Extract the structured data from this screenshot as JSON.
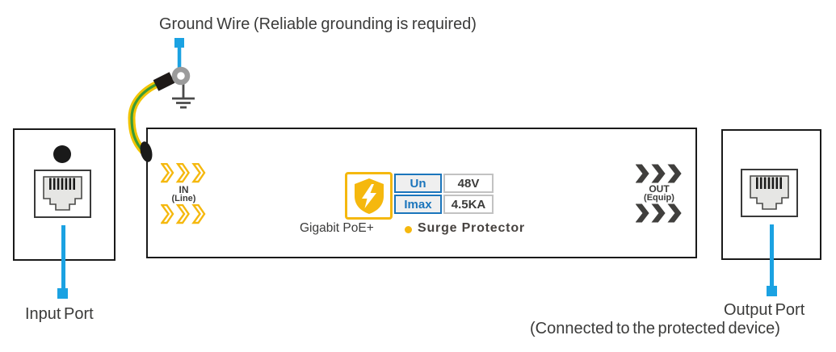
{
  "title": "Ground Wire (Reliable grounding is required)",
  "device": {
    "in_label": "IN",
    "in_sublabel": "(Line)",
    "out_label": "OUT",
    "out_sublabel": "(Equip)",
    "product_line": "Gigabit PoE+",
    "brand": "Surge Protector",
    "specs": [
      {
        "param": "Un",
        "value": "48V"
      },
      {
        "param": "Imax",
        "value": "4.5KA"
      }
    ]
  },
  "ports": {
    "input_label": "Input Port",
    "output_label": "Output Port",
    "output_note": "(Connected to the protected device)"
  },
  "icons": {
    "shield": "shield-icon",
    "lightning": "lightning-bolt-icon",
    "chevrons": "chevron-right-icon",
    "rj45": "rj45-port-icon",
    "ring_terminal": "ring-terminal-icon",
    "earth_ground": "earth-ground-icon",
    "ground_wire": "ground-wire-icon",
    "bullet": "bullet-icon"
  },
  "colors": {
    "accent_yellow": "#f5b80e",
    "pointer_blue": "#1ba2e2",
    "table_blue": "#1b75bc",
    "text_dark": "#3b3b3a",
    "wire_green": "#3c9b35",
    "chevron_dark": "#403f3d"
  }
}
